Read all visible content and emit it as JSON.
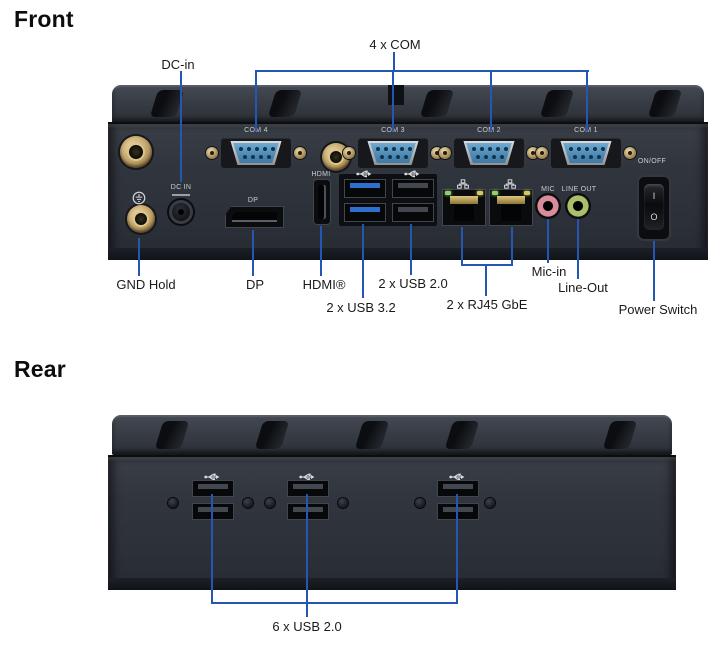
{
  "front": {
    "title": "Front",
    "callouts": {
      "dc_in": "DC-in",
      "com": "4 x COM",
      "gnd": "GND Hold",
      "dp": "DP",
      "hdmi": "HDMI®",
      "usb32": "2 x USB 3.2",
      "usb20": "2 x USB 2.0",
      "rj45": "2 x RJ45 GbE",
      "mic": "Mic-in",
      "lineout": "Line-Out",
      "power": "Power Switch"
    },
    "panel": {
      "com4": "COM 4",
      "com3": "COM 3",
      "com2": "COM 2",
      "com1": "COM 1",
      "dcin": "DC IN",
      "dp": "DP",
      "hdmi": "HDMI",
      "mic": "MIC",
      "lineout": "LINE OUT",
      "onoff": "ON/OFF",
      "sw_on": "I",
      "sw_off": "O"
    }
  },
  "rear": {
    "title": "Rear",
    "callouts": {
      "usb20": "6 x USB 2.0"
    }
  },
  "icons": {
    "usb": "usb-trident-icon",
    "lan": "network-nodes-icon",
    "ground": "earth-ground-icon"
  },
  "colors": {
    "callout_blue": "#2456b4",
    "com_port_blue": "#5b9dc8",
    "usb3_blue": "#2e6fd0",
    "mic_pink": "#d98c9a",
    "lineout_green": "#aabf6a",
    "sma_gold": "#c2a368",
    "chassis_dark": "#2e323a"
  }
}
